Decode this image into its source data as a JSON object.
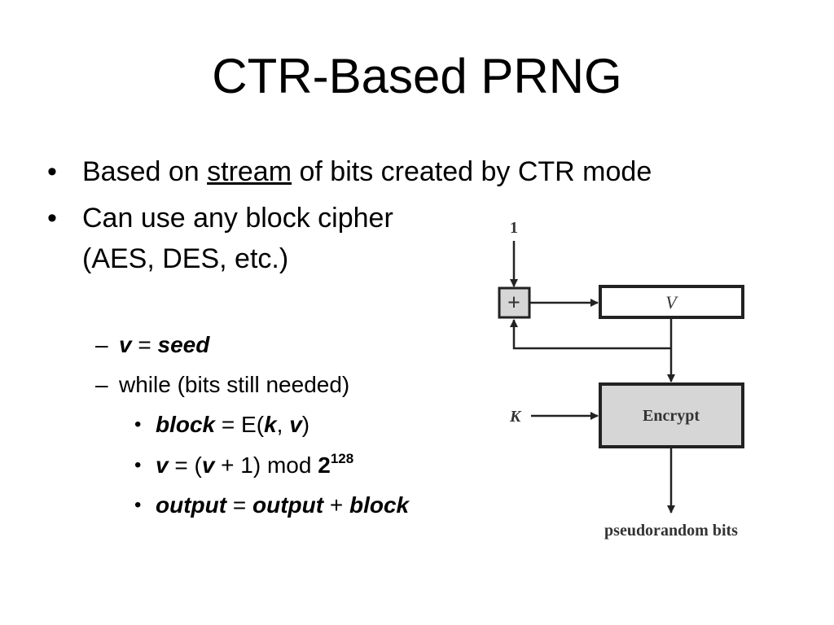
{
  "title": "CTR-Based PRNG",
  "bullets": [
    {
      "mark": "•",
      "before": "Based on ",
      "underlined": "stream",
      "after": " of bits created by CTR mode"
    },
    {
      "mark": "•",
      "line1": "Can use any block cipher",
      "line2": "(AES, DES, etc.)"
    }
  ],
  "algorithm": {
    "dash": "–",
    "dot": "•",
    "line1": {
      "v": "v",
      "eq": " = ",
      "seed": "seed"
    },
    "line2": "while (bits still needed)",
    "line3": {
      "block": "block",
      "eq": " = E(",
      "k": "k",
      "comma": ", ",
      "v": "v",
      "close": ")"
    },
    "line4": {
      "v1": "v",
      "eq": " = (",
      "v2": "v",
      "plus": " + 1) mod ",
      "base": "2",
      "exp": "128"
    },
    "line5": {
      "out1": "output",
      "eq": " = ",
      "out2": "output",
      "plus": " + ",
      "block": "block"
    }
  },
  "diagram": {
    "one": "1",
    "plus": "+",
    "v_box": "V",
    "k": "K",
    "encrypt": "Encrypt",
    "output": "pseudorandom bits",
    "box_fill": "#d6d6d6",
    "stroke": "#222222"
  }
}
